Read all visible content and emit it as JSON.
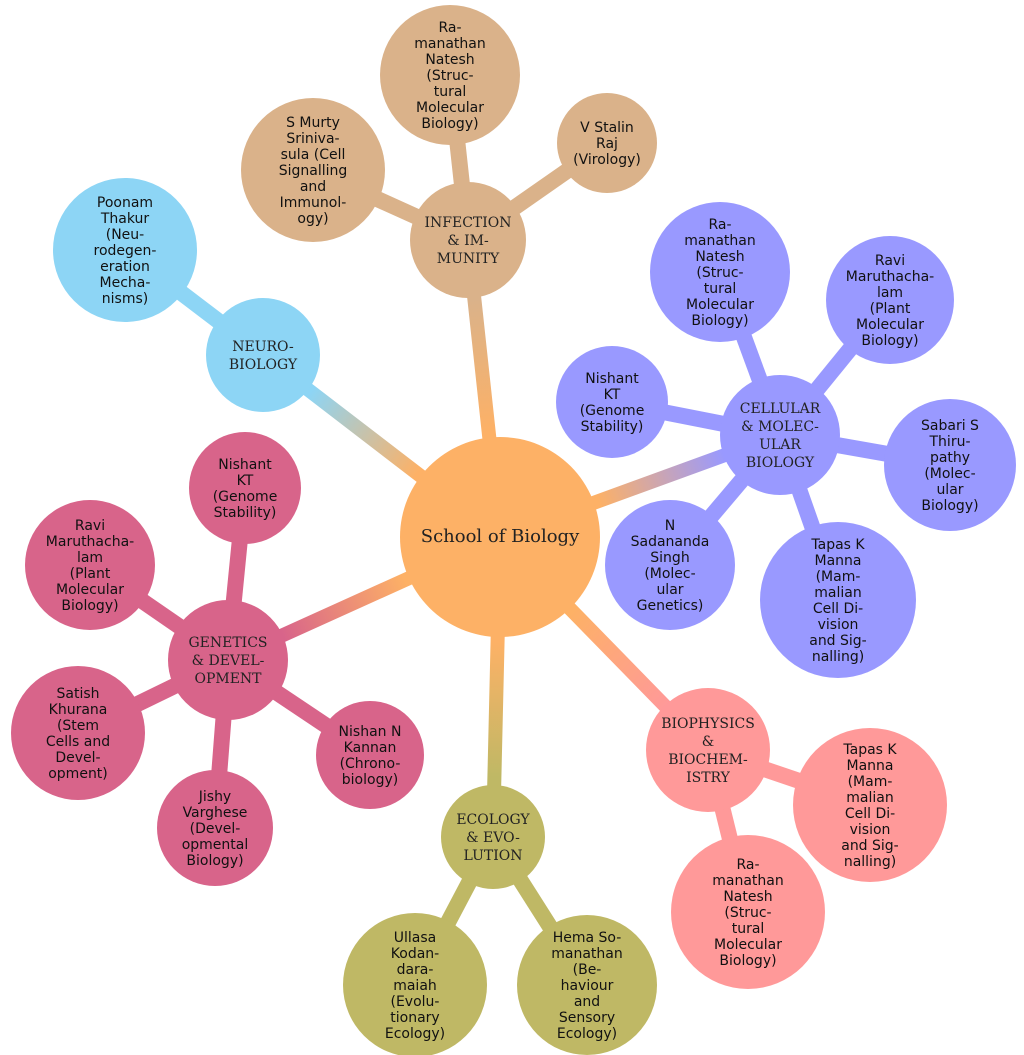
{
  "root": {
    "label": [
      "School of Biology"
    ],
    "color": "#FDB166"
  },
  "branches": [
    {
      "label": [
        "INFECTION",
        "& IM-",
        "MUNITY"
      ],
      "color": "#DAB28A",
      "children": [
        {
          "lines": [
            "Ra-",
            "manathan",
            "Natesh",
            "(Struc-",
            "tural",
            "Molecular",
            "Biology)"
          ]
        },
        {
          "lines": [
            "S Murty",
            "Sriniva-",
            "sula (Cell",
            "Signalling",
            "and",
            "Immunol-",
            "ogy)"
          ]
        },
        {
          "lines": [
            "V Stalin",
            "Raj",
            "(Virology)"
          ]
        }
      ]
    },
    {
      "label": [
        "NEURO-",
        "BIOLOGY"
      ],
      "color": "#8DD5F5",
      "children": [
        {
          "lines": [
            "Poonam",
            "Thakur",
            "(Neu-",
            "rodegen-",
            "eration",
            "Mecha-",
            "nisms)"
          ]
        }
      ]
    },
    {
      "label": [
        "CELLULAR",
        "& MOLEC-",
        "ULAR",
        "BIOLOGY"
      ],
      "color": "#9999FF",
      "children": [
        {
          "lines": [
            "Ra-",
            "manathan",
            "Natesh",
            "(Struc-",
            "tural",
            "Molecular",
            "Biology)"
          ]
        },
        {
          "lines": [
            "Ravi",
            "Maruthacha-",
            "lam",
            "(Plant",
            "Molecular",
            "Biology)"
          ]
        },
        {
          "lines": [
            "Nishant",
            "KT",
            "(Genome",
            "Stability)"
          ]
        },
        {
          "lines": [
            "Sabari S",
            "Thiru-",
            "pathy",
            "(Molec-",
            "ular",
            "Biology)"
          ]
        },
        {
          "lines": [
            "N",
            "Sadananda",
            "Singh",
            "(Molec-",
            "ular",
            "Genetics)"
          ]
        },
        {
          "lines": [
            "Tapas K",
            "Manna",
            "(Mam-",
            "malian",
            "Cell Di-",
            "vision",
            "and Sig-",
            "nalling)"
          ]
        }
      ]
    },
    {
      "label": [
        "GENETICS",
        "& DEVEL-",
        "OPMENT"
      ],
      "color": "#D8648A",
      "children": [
        {
          "lines": [
            "Nishant",
            "KT",
            "(Genome",
            "Stability)"
          ]
        },
        {
          "lines": [
            "Ravi",
            "Maruthacha-",
            "lam",
            "(Plant",
            "Molecular",
            "Biology)"
          ]
        },
        {
          "lines": [
            "Satish",
            "Khurana",
            "(Stem",
            "Cells and",
            "Devel-",
            "opment)"
          ]
        },
        {
          "lines": [
            "Jishy",
            "Varghese",
            "(Devel-",
            "opmental",
            "Biology)"
          ]
        },
        {
          "lines": [
            "Nishan N",
            "Kannan",
            "(Chrono-",
            "biology)"
          ]
        }
      ]
    },
    {
      "label": [
        "ECOLOGY",
        "& EVO-",
        "LUTION"
      ],
      "color": "#BFB865",
      "children": [
        {
          "lines": [
            "Ullasa",
            "Kodan-",
            "dara-",
            "maiah",
            "(Evolu-",
            "tionary",
            "Ecology)"
          ]
        },
        {
          "lines": [
            "Hema So-",
            "manathan",
            "(Be-",
            "haviour",
            "and",
            "Sensory",
            "Ecology)"
          ]
        }
      ]
    },
    {
      "label": [
        "BIOPHYSICS",
        "&",
        "BIOCHEM-",
        "ISTRY"
      ],
      "color": "#FF9999",
      "children": [
        {
          "lines": [
            "Tapas K",
            "Manna",
            "(Mam-",
            "malian",
            "Cell Di-",
            "vision",
            "and Sig-",
            "nalling)"
          ]
        },
        {
          "lines": [
            "Ra-",
            "manathan",
            "Natesh",
            "(Struc-",
            "tural",
            "Molecular",
            "Biology)"
          ]
        }
      ]
    }
  ]
}
